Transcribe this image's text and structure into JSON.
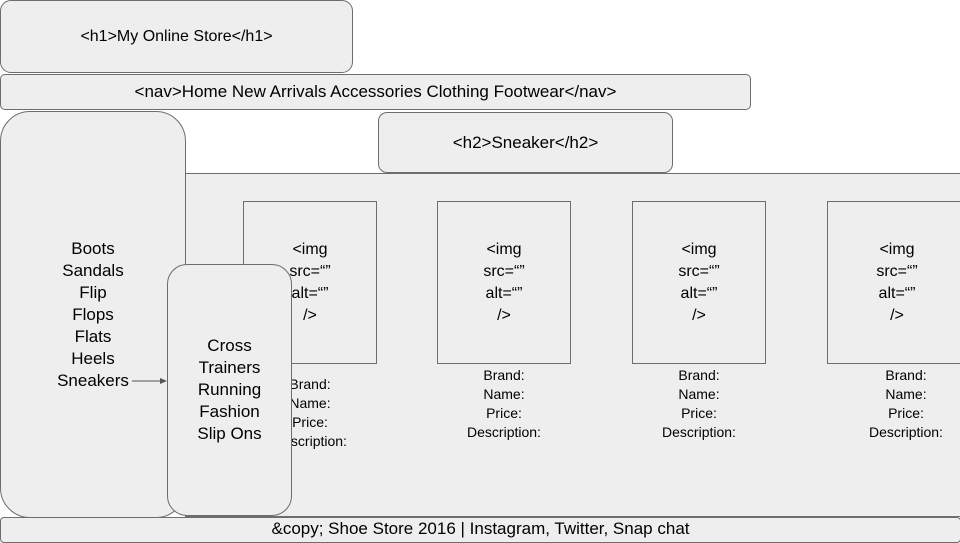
{
  "header": {
    "text": "<h1>My Online Store</h1>"
  },
  "nav": {
    "text": "<nav>Home New Arrivals Accessories Clothing Footwear</nav>"
  },
  "section": {
    "title": "<h2>Sneaker</h2>"
  },
  "sidebar": {
    "items": [
      "Boots",
      "Sandals",
      "Flip",
      "Flops",
      "Flats",
      "Heels",
      "Sneakers"
    ]
  },
  "submenu": {
    "items": [
      "Cross",
      "Trainers",
      "Running",
      "Fashion",
      "Slip Ons"
    ]
  },
  "products": [
    {
      "img_lines": [
        "<img",
        "src=“”",
        "alt=“”",
        "/>"
      ],
      "info": [
        "Brand:",
        "Name:",
        "Price:",
        "Description:"
      ]
    },
    {
      "img_lines": [
        "<img",
        "src=“”",
        "alt=“”",
        "/>"
      ],
      "info": [
        "Brand:",
        "Name:",
        "Price:",
        "Description:"
      ]
    },
    {
      "img_lines": [
        "<img",
        "src=“”",
        "alt=“”",
        "/>"
      ],
      "info": [
        "Brand:",
        "Name:",
        "Price:",
        "Description:"
      ]
    },
    {
      "img_lines": [
        "<img",
        "src=“”",
        "alt=“”",
        "/>"
      ],
      "info": [
        "Brand:",
        "Name:",
        "Price:",
        "Description:"
      ]
    }
  ],
  "footer": {
    "text": "&copy; Shoe Store 2016 | Instagram, Twitter, Snap chat"
  },
  "colors": {
    "box_fill": "#eeeeee",
    "border": "#6d6d6d",
    "arrow": "#555555"
  }
}
